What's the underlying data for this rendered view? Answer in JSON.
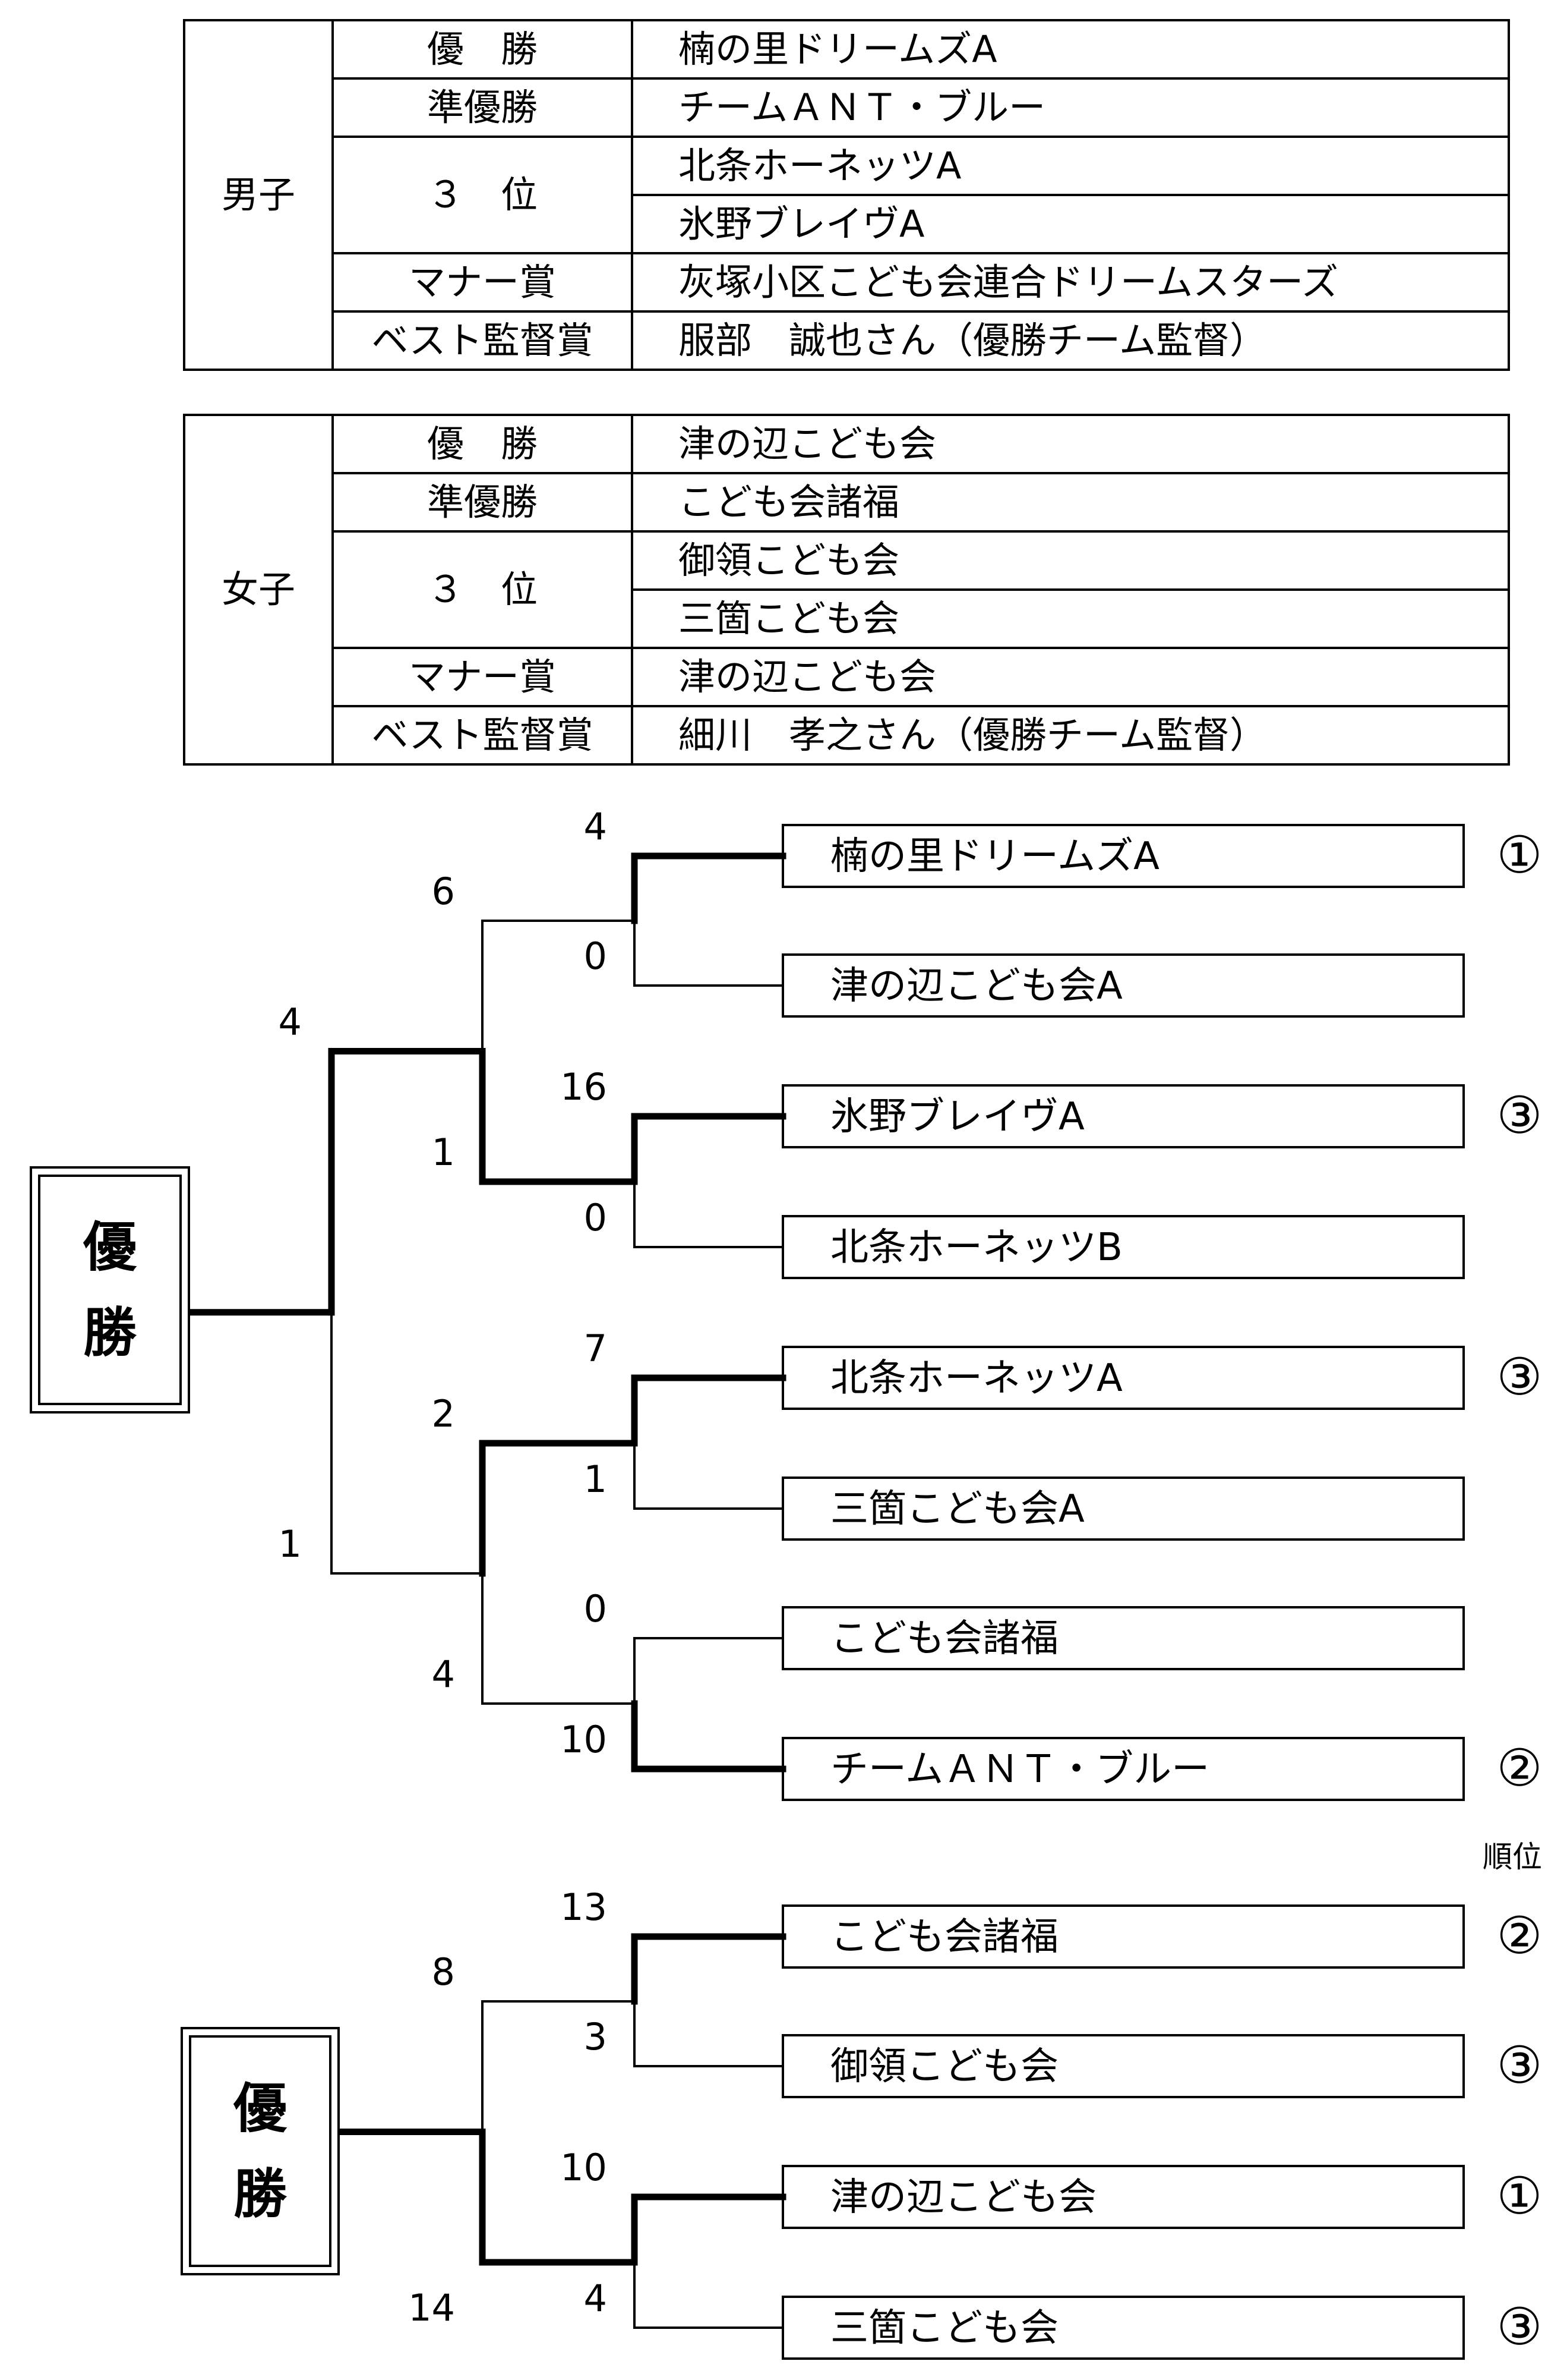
{
  "awards": {
    "boys": {
      "category": "男子",
      "rows": [
        {
          "award": "優　勝",
          "name": "楠の里ドリームズA"
        },
        {
          "award": "準優勝",
          "name": "チームＡＮＴ・ブルー"
        },
        {
          "award": "３　位",
          "name": "北条ホーネッツA"
        },
        {
          "award": "",
          "name": "氷野ブレイヴA"
        },
        {
          "award": "マナー賞",
          "name": "灰塚小区こども会連合ドリームスターズ"
        },
        {
          "award": "ベスト監督賞",
          "name": "服部　誠也さん（優勝チーム監督）"
        }
      ]
    },
    "girls": {
      "category": "女子",
      "rows": [
        {
          "award": "優　勝",
          "name": "津の辺こども会"
        },
        {
          "award": "準優勝",
          "name": "こども会諸福"
        },
        {
          "award": "３　位",
          "name": "御領こども会"
        },
        {
          "award": "",
          "name": "三箇こども会"
        },
        {
          "award": "マナー賞",
          "name": "津の辺こども会"
        },
        {
          "award": "ベスト監督賞",
          "name": "細川　孝之さん（優勝チーム監督）"
        }
      ]
    }
  },
  "bracket_boys": {
    "champion_label": [
      "優",
      "勝"
    ],
    "teams": [
      {
        "name": "楠の里ドリームズA",
        "score": "4",
        "rank": "①"
      },
      {
        "name": "津の辺こども会A",
        "score": "0",
        "rank": ""
      },
      {
        "name": "氷野ブレイヴA",
        "score": "16",
        "rank": "③"
      },
      {
        "name": "北条ホーネッツB",
        "score": "0",
        "rank": ""
      },
      {
        "name": "北条ホーネッツA",
        "score": "7",
        "rank": "③"
      },
      {
        "name": "三箇こども会A",
        "score": "1",
        "rank": ""
      },
      {
        "name": "こども会諸福",
        "score": "0",
        "rank": ""
      },
      {
        "name": "チームＡＮＴ・ブルー",
        "score": "10",
        "rank": "②"
      }
    ],
    "round2_scores": [
      "6",
      "1",
      "2",
      "4"
    ],
    "final_scores": [
      "4",
      "1"
    ]
  },
  "rank_label": "順位",
  "bracket_girls": {
    "champion_label": [
      "優",
      "勝"
    ],
    "teams": [
      {
        "name": "こども会諸福",
        "score": "13",
        "rank": "②"
      },
      {
        "name": "御領こども会",
        "score": "3",
        "rank": "③"
      },
      {
        "name": "津の辺こども会",
        "score": "10",
        "rank": "①"
      },
      {
        "name": "三箇こども会",
        "score": "4",
        "rank": "③"
      }
    ],
    "final_scores": [
      "8",
      "14"
    ]
  }
}
